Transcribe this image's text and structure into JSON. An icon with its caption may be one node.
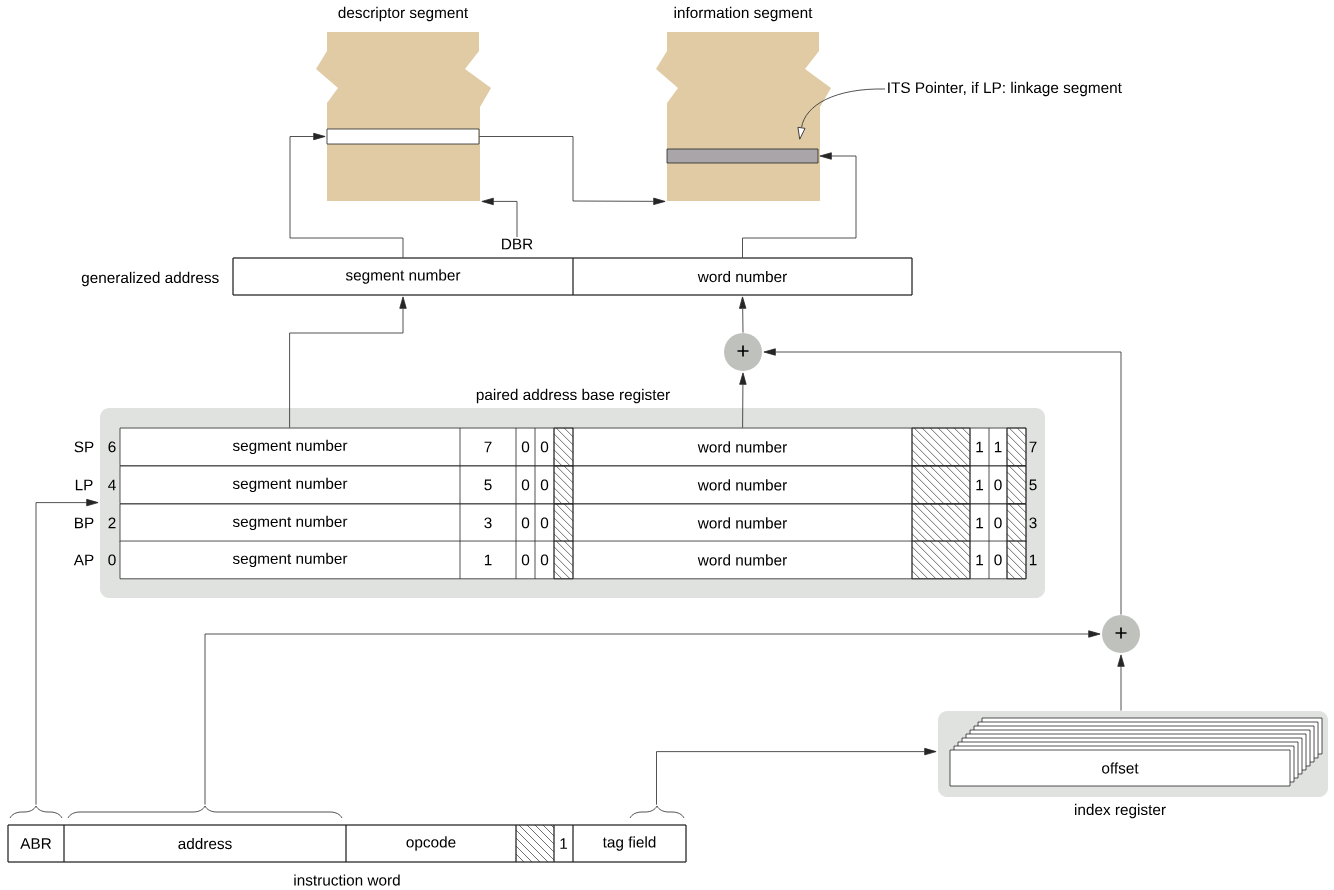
{
  "diagram": {
    "nodes": [
      {
        "text": [
          "descriptor segment"
        ]
      },
      {
        "text": [],
        "shape": "bar",
        "in": 0
      },
      {
        "text": [
          "information segment"
        ]
      },
      {
        "text": [],
        "shape": "bar",
        "in": 2
      },
      {
        "text": [
          "ITS Pointer, if LP: linkage segment"
        ]
      },
      {
        "text": [
          "DBR"
        ]
      },
      {
        "text": [
          "generalized address"
        ]
      },
      {
        "text": [
          "segment number"
        ],
        "in": 6
      },
      {
        "text": [
          "word number"
        ],
        "in": 6
      },
      {
        "text": [
          "+"
        ]
      },
      {
        "text": [
          "paired address base register"
        ]
      },
      {
        "text": [
          "segment number",
          "7",
          "0",
          "0",
          "word number",
          "1",
          "1"
        ],
        "beside": [
          "SP",
          "6",
          "7"
        ],
        "in": 10
      },
      {
        "text": [
          "segment number",
          "5",
          "0",
          "0",
          "word number",
          "1",
          "0"
        ],
        "beside": [
          "LP",
          "4",
          "5"
        ],
        "in": 10
      },
      {
        "text": [
          "segment number",
          "3",
          "0",
          "0",
          "word number",
          "1",
          "0"
        ],
        "beside": [
          "BP",
          "2",
          "3"
        ],
        "in": 10
      },
      {
        "text": [
          "segment number",
          "1",
          "0",
          "0",
          "word number",
          "1",
          "0"
        ],
        "beside": [
          "AP",
          "0",
          "1"
        ],
        "in": 10
      },
      {
        "text": [
          "+"
        ]
      },
      {
        "text": [
          "index register"
        ]
      },
      {
        "text": [
          "offset"
        ],
        "in": 16
      },
      {
        "text": [
          "instruction word"
        ]
      },
      {
        "text": [
          "ABR"
        ],
        "in": 18
      },
      {
        "text": [
          "address"
        ],
        "in": 18
      },
      {
        "text": [
          "opcode"
        ],
        "in": 18
      },
      {
        "text": [
          "1"
        ],
        "in": 18
      },
      {
        "text": [
          "tag field"
        ],
        "in": 18
      }
    ],
    "edges": [
      {
        "from": 7,
        "to": 1,
        "arrow": "to"
      },
      {
        "from": 1,
        "to": 2,
        "arrow": "to"
      },
      {
        "from": 5,
        "to": 0,
        "arrow": "to"
      },
      {
        "from": 8,
        "to": 3,
        "arrow": "to"
      },
      {
        "from": 4,
        "to": 3,
        "arrow": "to"
      },
      {
        "from": 9,
        "to": 8,
        "arrow": "to"
      },
      {
        "from": 11,
        "to": 7,
        "arrow": "to"
      },
      {
        "from": 11,
        "to": 9,
        "arrow": "to"
      },
      {
        "from": 15,
        "to": 9,
        "arrow": "to"
      },
      {
        "from": 19,
        "to": 10,
        "arrow": "to"
      },
      {
        "from": 20,
        "to": 15,
        "arrow": "to"
      },
      {
        "from": 23,
        "to": 16,
        "arrow": "to"
      },
      {
        "from": 16,
        "to": 15,
        "arrow": "to"
      }
    ]
  }
}
